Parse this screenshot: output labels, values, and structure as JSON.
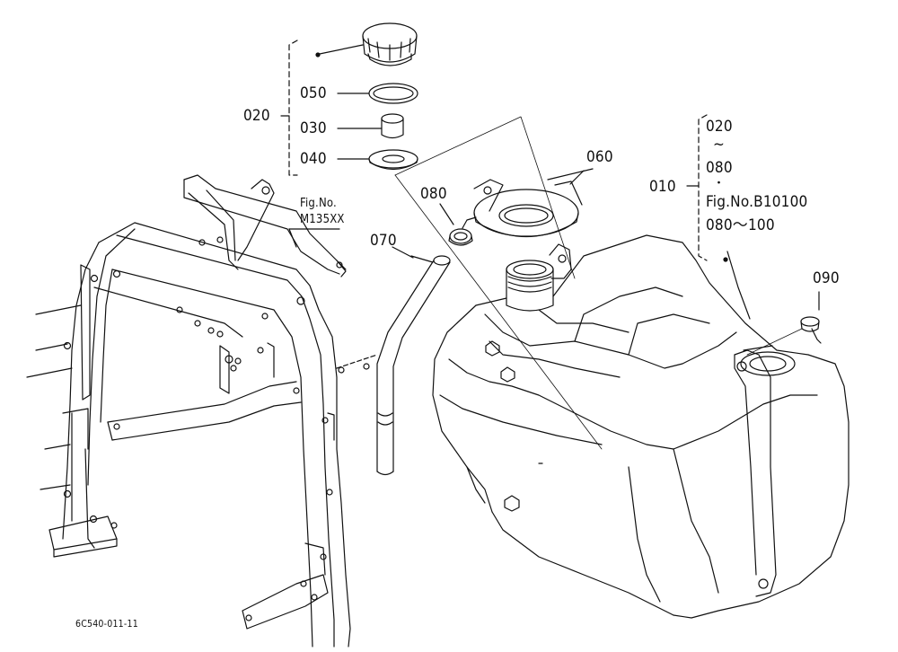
{
  "diagram_id": "6C540-011-11",
  "parts": [
    {
      "ref": "010",
      "label": "010",
      "items": [
        "020",
        "~",
        "080",
        "・",
        "Fig.No.B10100",
        "080～100"
      ]
    },
    {
      "ref": "020",
      "label": "020"
    },
    {
      "ref": "030",
      "label": "030"
    },
    {
      "ref": "040",
      "label": "040"
    },
    {
      "ref": "050",
      "label": "050"
    },
    {
      "ref": "060",
      "label": "060"
    },
    {
      "ref": "070",
      "label": "070"
    },
    {
      "ref": "080",
      "label": "080"
    },
    {
      "ref": "090",
      "label": "090"
    }
  ],
  "fig_reference": {
    "line1": "Fig.No.",
    "line2": "M135XX"
  },
  "colors": {
    "ink": "#111111",
    "background": "#ffffff"
  }
}
